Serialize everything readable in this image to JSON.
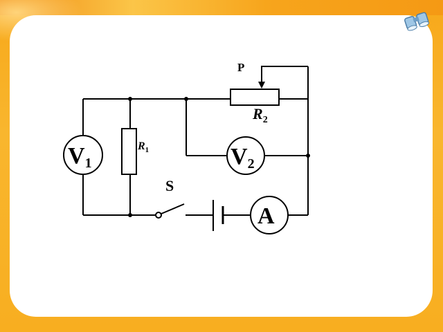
{
  "diagram": {
    "labels": {
      "slider": "P",
      "rheostat_main": "R",
      "rheostat_sub": "2",
      "resistor_main": "R",
      "resistor_sub": "1",
      "switch": "S"
    },
    "meters": {
      "v1_main": "V",
      "v1_sub": "1",
      "v2_main": "V",
      "v2_sub": "2",
      "ammeter": "A"
    }
  },
  "icons": [
    "binocular-icon"
  ]
}
